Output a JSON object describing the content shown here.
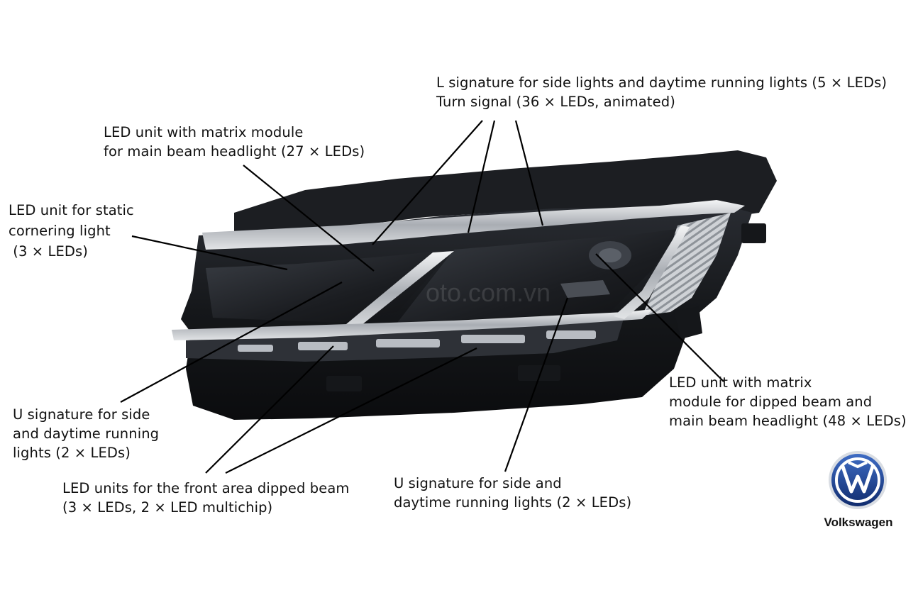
{
  "callouts": {
    "l_signature": [
      "L signature for side lights and daytime running lights (5 × LEDs)",
      "Turn signal (36 × LEDs, animated)"
    ],
    "main_beam_matrix": [
      "LED unit with matrix module",
      "for main beam headlight (27 × LEDs)"
    ],
    "static_cornering": [
      "LED unit for static",
      "cornering light",
      " (3 × LEDs)"
    ],
    "u_signature_left": [
      "U signature for side",
      "and daytime running",
      "lights (2 × LEDs)"
    ],
    "front_dipped": [
      "LED units for the front area dipped beam",
      "(3 × LEDs, 2 × LED multichip)"
    ],
    "u_signature_bottom": [
      "U signature for side and",
      "daytime running lights (2 × LEDs)"
    ],
    "dipped_main_matrix": [
      "LED unit with matrix",
      "module for dipped beam and",
      "main beam headlight (48 × LEDs)"
    ]
  },
  "brand": {
    "name": "Volkswagen",
    "logo_icon": "vw-logo-icon",
    "logo_color": "#1b3f8f"
  },
  "watermark": {
    "text": "oto.com.vn"
  },
  "colors": {
    "housing": "#1a1c20",
    "chrome": "#d7d9dc",
    "leader_line": "#000000"
  }
}
